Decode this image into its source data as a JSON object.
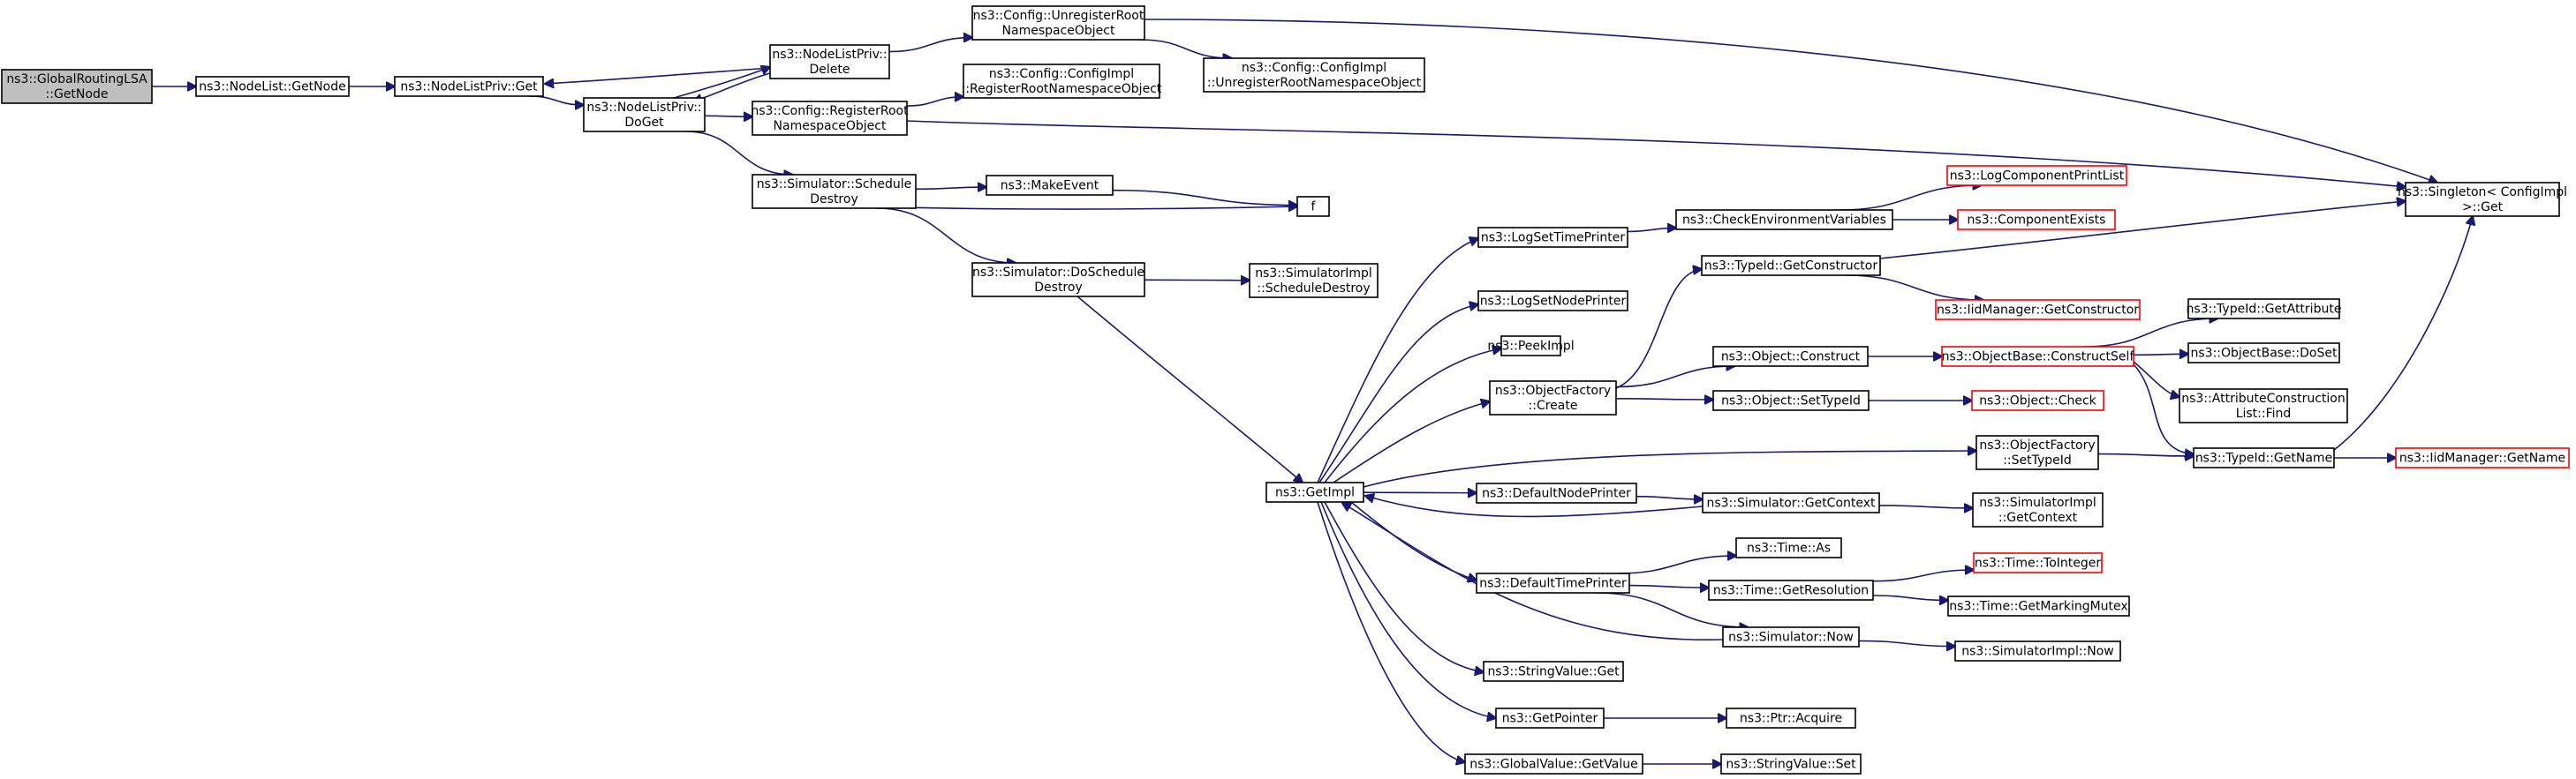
{
  "diagram": {
    "title": "",
    "nodes": [
      {
        "id": "n0",
        "lines": [
          "ns3::GlobalRoutingLSA",
          "::GetNode"
        ],
        "style": "root"
      },
      {
        "id": "n1",
        "lines": [
          "ns3::NodeList::GetNode"
        ],
        "style": "normal"
      },
      {
        "id": "n2",
        "lines": [
          "ns3::NodeListPriv::Get"
        ],
        "style": "normal"
      },
      {
        "id": "n3",
        "lines": [
          "ns3::NodeListPriv::",
          "DoGet"
        ],
        "style": "normal"
      },
      {
        "id": "n4",
        "lines": [
          "ns3::NodeListPriv::",
          "Delete"
        ],
        "style": "normal"
      },
      {
        "id": "n5",
        "lines": [
          "ns3::Config::UnregisterRoot",
          "NamespaceObject"
        ],
        "style": "normal"
      },
      {
        "id": "n6",
        "lines": [
          "ns3::Config::ConfigImpl",
          "::RegisterRootNamespaceObject"
        ],
        "style": "normal"
      },
      {
        "id": "n7",
        "lines": [
          "ns3::Config::RegisterRoot",
          "NamespaceObject"
        ],
        "style": "normal"
      },
      {
        "id": "n8",
        "lines": [
          "ns3::Config::ConfigImpl",
          "::UnregisterRootNamespaceObject"
        ],
        "style": "normal"
      },
      {
        "id": "n9",
        "lines": [
          "ns3::Simulator::Schedule",
          "Destroy"
        ],
        "style": "normal"
      },
      {
        "id": "n10",
        "lines": [
          "ns3::MakeEvent"
        ],
        "style": "normal"
      },
      {
        "id": "n11",
        "lines": [
          "f"
        ],
        "style": "normal"
      },
      {
        "id": "n12",
        "lines": [
          "ns3::Simulator::DoSchedule",
          "Destroy"
        ],
        "style": "normal"
      },
      {
        "id": "n13",
        "lines": [
          "ns3::SimulatorImpl",
          "::ScheduleDestroy"
        ],
        "style": "normal"
      },
      {
        "id": "n14",
        "lines": [
          "ns3::GetImpl"
        ],
        "style": "normal"
      },
      {
        "id": "n15",
        "lines": [
          "ns3::LogSetTimePrinter"
        ],
        "style": "normal"
      },
      {
        "id": "n16",
        "lines": [
          "ns3::LogSetNodePrinter"
        ],
        "style": "normal"
      },
      {
        "id": "n17",
        "lines": [
          "ns3::PeekImpl"
        ],
        "style": "normal"
      },
      {
        "id": "n18",
        "lines": [
          "ns3::ObjectFactory",
          "::Create"
        ],
        "style": "normal"
      },
      {
        "id": "n19",
        "lines": [
          "ns3::DefaultNodePrinter"
        ],
        "style": "normal"
      },
      {
        "id": "n20",
        "lines": [
          "ns3::DefaultTimePrinter"
        ],
        "style": "normal"
      },
      {
        "id": "n21",
        "lines": [
          "ns3::StringValue::Get"
        ],
        "style": "normal"
      },
      {
        "id": "n22",
        "lines": [
          "ns3::GetPointer"
        ],
        "style": "normal"
      },
      {
        "id": "n23",
        "lines": [
          "ns3::GlobalValue::GetValue"
        ],
        "style": "normal"
      },
      {
        "id": "n24",
        "lines": [
          "ns3::CheckEnvironmentVariables"
        ],
        "style": "normal"
      },
      {
        "id": "n25",
        "lines": [
          "ns3::LogComponentPrintList"
        ],
        "style": "red"
      },
      {
        "id": "n26",
        "lines": [
          "ns3::ComponentExists"
        ],
        "style": "red"
      },
      {
        "id": "n27",
        "lines": [
          "ns3::TypeId::GetConstructor"
        ],
        "style": "normal"
      },
      {
        "id": "n28",
        "lines": [
          "ns3::Object::Construct"
        ],
        "style": "normal"
      },
      {
        "id": "n29",
        "lines": [
          "ns3::Object::SetTypeId"
        ],
        "style": "normal"
      },
      {
        "id": "n30",
        "lines": [
          "ns3::IidManager::GetConstructor"
        ],
        "style": "red"
      },
      {
        "id": "n31",
        "lines": [
          "ns3::ObjectBase::ConstructSelf"
        ],
        "style": "red"
      },
      {
        "id": "n32",
        "lines": [
          "ns3::Object::Check"
        ],
        "style": "red"
      },
      {
        "id": "n33",
        "lines": [
          "ns3::ObjectFactory",
          "::SetTypeId"
        ],
        "style": "normal"
      },
      {
        "id": "n34",
        "lines": [
          "ns3::Simulator::GetContext"
        ],
        "style": "normal"
      },
      {
        "id": "n35",
        "lines": [
          "ns3::SimulatorImpl",
          "::GetContext"
        ],
        "style": "normal"
      },
      {
        "id": "n36",
        "lines": [
          "ns3::Time::As"
        ],
        "style": "normal"
      },
      {
        "id": "n37",
        "lines": [
          "ns3::Time::GetResolution"
        ],
        "style": "normal"
      },
      {
        "id": "n38",
        "lines": [
          "ns3::Simulator::Now"
        ],
        "style": "normal"
      },
      {
        "id": "n39",
        "lines": [
          "ns3::Time::ToInteger"
        ],
        "style": "red"
      },
      {
        "id": "n40",
        "lines": [
          "ns3::Time::GetMarkingMutex"
        ],
        "style": "normal"
      },
      {
        "id": "n41",
        "lines": [
          "ns3::SimulatorImpl::Now"
        ],
        "style": "normal"
      },
      {
        "id": "n42",
        "lines": [
          "ns3::Ptr::Acquire"
        ],
        "style": "normal"
      },
      {
        "id": "n43",
        "lines": [
          "ns3::StringValue::Set"
        ],
        "style": "normal"
      },
      {
        "id": "n44",
        "lines": [
          "ns3::TypeId::GetAttribute"
        ],
        "style": "normal"
      },
      {
        "id": "n45",
        "lines": [
          "ns3::ObjectBase::DoSet"
        ],
        "style": "normal"
      },
      {
        "id": "n46",
        "lines": [
          "ns3::AttributeConstruction",
          "List::Find"
        ],
        "style": "normal"
      },
      {
        "id": "n47",
        "lines": [
          "ns3::TypeId::GetName"
        ],
        "style": "normal"
      },
      {
        "id": "n48",
        "lines": [
          "ns3::IidManager::GetName"
        ],
        "style": "red"
      },
      {
        "id": "n49",
        "lines": [
          "ns3::Singleton< ConfigImpl",
          " >::Get"
        ],
        "style": "normal"
      }
    ],
    "edges": [
      {
        "from": "n0",
        "to": "n1"
      },
      {
        "from": "n1",
        "to": "n2"
      },
      {
        "from": "n2",
        "to": "n3"
      },
      {
        "from": "n3",
        "to": "n4"
      },
      {
        "from": "n3",
        "to": "n7"
      },
      {
        "from": "n3",
        "to": "n9"
      },
      {
        "from": "n4",
        "to": "n2"
      },
      {
        "from": "n4",
        "to": "n3"
      },
      {
        "from": "n4",
        "to": "n5"
      },
      {
        "from": "n5",
        "to": "n8"
      },
      {
        "from": "n5",
        "to": "n49"
      },
      {
        "from": "n7",
        "to": "n6"
      },
      {
        "from": "n7",
        "to": "n49"
      },
      {
        "from": "n9",
        "to": "n10"
      },
      {
        "from": "n9",
        "to": "n11"
      },
      {
        "from": "n9",
        "to": "n12"
      },
      {
        "from": "n10",
        "to": "n11"
      },
      {
        "from": "n12",
        "to": "n13"
      },
      {
        "from": "n12",
        "to": "n14"
      },
      {
        "from": "n14",
        "to": "n15"
      },
      {
        "from": "n14",
        "to": "n16"
      },
      {
        "from": "n14",
        "to": "n17"
      },
      {
        "from": "n14",
        "to": "n18"
      },
      {
        "from": "n14",
        "to": "n33"
      },
      {
        "from": "n14",
        "to": "n19"
      },
      {
        "from": "n14",
        "to": "n20"
      },
      {
        "from": "n14",
        "to": "n21"
      },
      {
        "from": "n14",
        "to": "n22"
      },
      {
        "from": "n14",
        "to": "n23"
      },
      {
        "from": "n15",
        "to": "n24"
      },
      {
        "from": "n24",
        "to": "n25"
      },
      {
        "from": "n24",
        "to": "n26"
      },
      {
        "from": "n18",
        "to": "n27"
      },
      {
        "from": "n18",
        "to": "n28"
      },
      {
        "from": "n18",
        "to": "n29"
      },
      {
        "from": "n27",
        "to": "n30"
      },
      {
        "from": "n27",
        "to": "n49"
      },
      {
        "from": "n28",
        "to": "n31"
      },
      {
        "from": "n29",
        "to": "n32"
      },
      {
        "from": "n31",
        "to": "n44"
      },
      {
        "from": "n31",
        "to": "n45"
      },
      {
        "from": "n31",
        "to": "n46"
      },
      {
        "from": "n31",
        "to": "n47"
      },
      {
        "from": "n33",
        "to": "n47"
      },
      {
        "from": "n47",
        "to": "n48"
      },
      {
        "from": "n47",
        "to": "n49"
      },
      {
        "from": "n19",
        "to": "n34"
      },
      {
        "from": "n34",
        "to": "n14"
      },
      {
        "from": "n34",
        "to": "n35"
      },
      {
        "from": "n20",
        "to": "n36"
      },
      {
        "from": "n20",
        "to": "n37"
      },
      {
        "from": "n20",
        "to": "n38"
      },
      {
        "from": "n37",
        "to": "n39"
      },
      {
        "from": "n37",
        "to": "n40"
      },
      {
        "from": "n38",
        "to": "n14"
      },
      {
        "from": "n38",
        "to": "n41"
      },
      {
        "from": "n22",
        "to": "n42"
      },
      {
        "from": "n23",
        "to": "n43"
      }
    ]
  }
}
